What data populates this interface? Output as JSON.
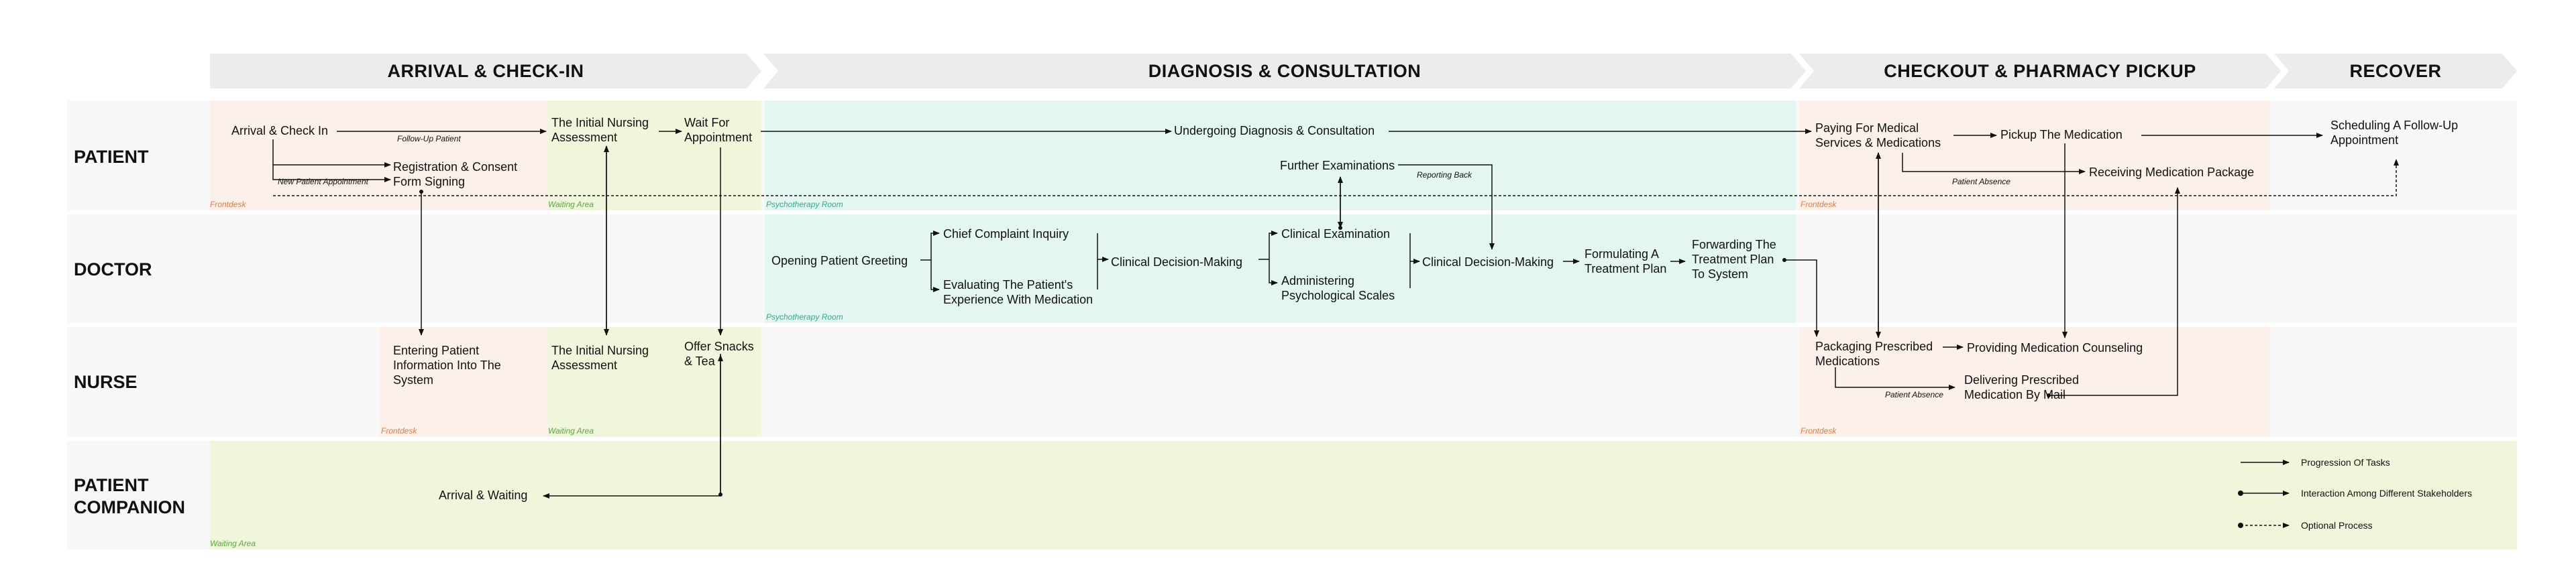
{
  "phases": {
    "arrival": "ARRIVAL & CHECK-IN",
    "diagnosis": "DIAGNOSIS & CONSULTATION",
    "checkout": "CHECKOUT & PHARMACY PICKUP",
    "recover": "RECOVER"
  },
  "lanes": {
    "patient": "PATIENT",
    "doctor": "DOCTOR",
    "nurse": "NURSE",
    "companion_line1": "PATIENT",
    "companion_line2": "COMPANION"
  },
  "zones": {
    "frontdesk": "Frontdesk",
    "waiting": "Waiting Area",
    "psychotherapy": "Psychotherapy Room"
  },
  "colors": {
    "frontdesk_fill": "#fbf0ea",
    "frontdesk_text": "#e07a3f",
    "waiting_fill": "#eff6dc",
    "waiting_text": "#5aa83a",
    "psychotherapy_fill": "#e3f6f1",
    "psychotherapy_text": "#33a88e",
    "phase_fill": "#ececec"
  },
  "nodes": {
    "p_arrival_checkin": "Arrival & Check In",
    "p_registration": [
      "Registration & Consent",
      "Form Signing"
    ],
    "p_initial_nursing": [
      "The Initial Nursing",
      "Assessment"
    ],
    "p_wait_appointment": [
      "Wait For",
      "Appointment"
    ],
    "p_undergoing": "Undergoing Diagnosis & Consultation",
    "p_further_exams": "Further Examinations",
    "p_paying": [
      "Paying For Medical",
      "Services & Medications"
    ],
    "p_pickup": "Pickup The Medication",
    "p_receiving": "Receiving  Medication Package",
    "p_scheduling": [
      "Scheduling A Follow-Up",
      "Appointment"
    ],
    "d_opening": "Opening Patient Greeting",
    "d_chief": "Chief Complaint Inquiry",
    "d_evaluating": [
      "Evaluating The Patient's",
      "Experience With Medication"
    ],
    "d_decision1": "Clinical Decision-Making",
    "d_clinical_exam": "Clinical Examination",
    "d_psych_scales": [
      "Administering",
      "Psychological Scales"
    ],
    "d_decision2": "Clinical Decision-Making",
    "d_formulating": [
      "Formulating A",
      "Treatment Plan"
    ],
    "d_forwarding": [
      "Forwarding The",
      "Treatment Plan",
      "To System"
    ],
    "n_entering": [
      "Entering Patient",
      "Information Into The",
      "System"
    ],
    "n_initial_nursing": [
      "The Initial Nursing",
      "Assessment"
    ],
    "n_snacks": [
      "Offer Snacks",
      "& Tea"
    ],
    "n_packaging": [
      "Packaging Prescribed",
      "Medications"
    ],
    "n_counseling": "Providing Medication Counseling",
    "n_delivering": [
      "Delivering Prescribed",
      "Medication By Mail"
    ],
    "c_arrival_waiting": "Arrival & Waiting"
  },
  "edge_labels": {
    "follow_up": "Follow-Up Patient",
    "new_patient": "New Patient Appointment",
    "reporting_back": "Reporting Back",
    "absence_patient_lane": "Patient Absence",
    "absence_nurse_lane": "Patient Absence"
  },
  "legend": {
    "progression": "Progression Of Tasks",
    "interaction": "Interaction Among Different Stakeholders",
    "optional": "Optional Process"
  }
}
